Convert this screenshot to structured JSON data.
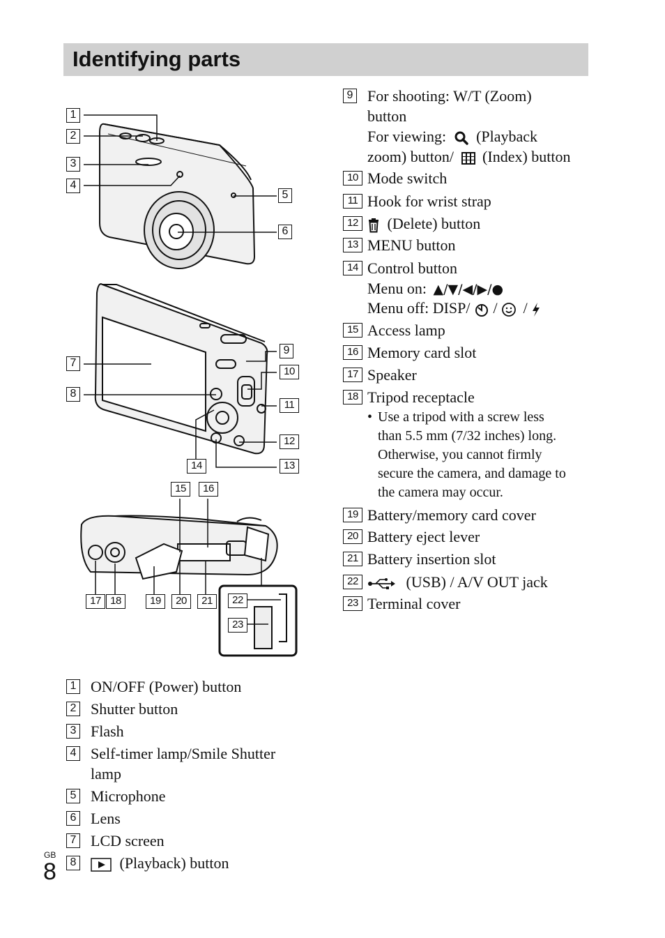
{
  "page": {
    "title": "Identifying parts",
    "region": "GB",
    "number": "8"
  },
  "callouts": [
    "1",
    "2",
    "3",
    "4",
    "5",
    "6",
    "7",
    "8",
    "9",
    "10",
    "11",
    "12",
    "13",
    "14",
    "15",
    "16",
    "17",
    "18",
    "19",
    "20",
    "21",
    "22",
    "23"
  ],
  "left_list": [
    {
      "n": "1",
      "text": "ON/OFF (Power) button"
    },
    {
      "n": "2",
      "text": "Shutter button"
    },
    {
      "n": "3",
      "text": "Flash"
    },
    {
      "n": "4",
      "text": "Self-timer lamp/Smile Shutter",
      "text2": "lamp"
    },
    {
      "n": "5",
      "text": "Microphone"
    },
    {
      "n": "6",
      "text": "Lens"
    },
    {
      "n": "7",
      "text": "LCD screen"
    },
    {
      "n": "8",
      "text": "(Playback) button",
      "icon": "playback-icon"
    }
  ],
  "right_list": {
    "i9": {
      "n": "9",
      "l1": "For shooting: W/T (Zoom)",
      "l2": "button",
      "l3a": "For viewing:",
      "l3b": "(Playback",
      "l4a": "zoom) button/",
      "l4b": "(Index) button"
    },
    "i10": {
      "n": "10",
      "text": "Mode switch"
    },
    "i11": {
      "n": "11",
      "text": "Hook for wrist strap"
    },
    "i12": {
      "n": "12",
      "text": "(Delete) button",
      "icon": "trash-icon"
    },
    "i13": {
      "n": "13",
      "text": "MENU button"
    },
    "i14": {
      "n": "14",
      "l1": "Control button",
      "l2a": "Menu on:",
      "l2b": "▲/▼/◀/▶/●",
      "l3a": "Menu off: DISP/",
      "l3b": "/",
      "l3c": "/"
    },
    "i15": {
      "n": "15",
      "text": "Access lamp"
    },
    "i16": {
      "n": "16",
      "text": "Memory card slot"
    },
    "i17": {
      "n": "17",
      "text": "Speaker"
    },
    "i18": {
      "n": "18",
      "text": "Tripod receptacle",
      "note": [
        "•",
        "Use a tripod with a screw less",
        "than 5.5 mm (7/32 inches) long.",
        "Otherwise, you cannot firmly",
        "secure the camera, and damage to",
        "the camera may occur."
      ]
    },
    "i19": {
      "n": "19",
      "text": "Battery/memory card cover"
    },
    "i20": {
      "n": "20",
      "text": "Battery eject lever"
    },
    "i21": {
      "n": "21",
      "text": "Battery insertion slot"
    },
    "i22": {
      "n": "22",
      "text": "(USB) / A/V OUT jack",
      "icon": "usb-icon"
    },
    "i23": {
      "n": "23",
      "text": "Terminal cover"
    }
  },
  "colors": {
    "title_bar": "#d0d0d0",
    "ink": "#111111"
  }
}
